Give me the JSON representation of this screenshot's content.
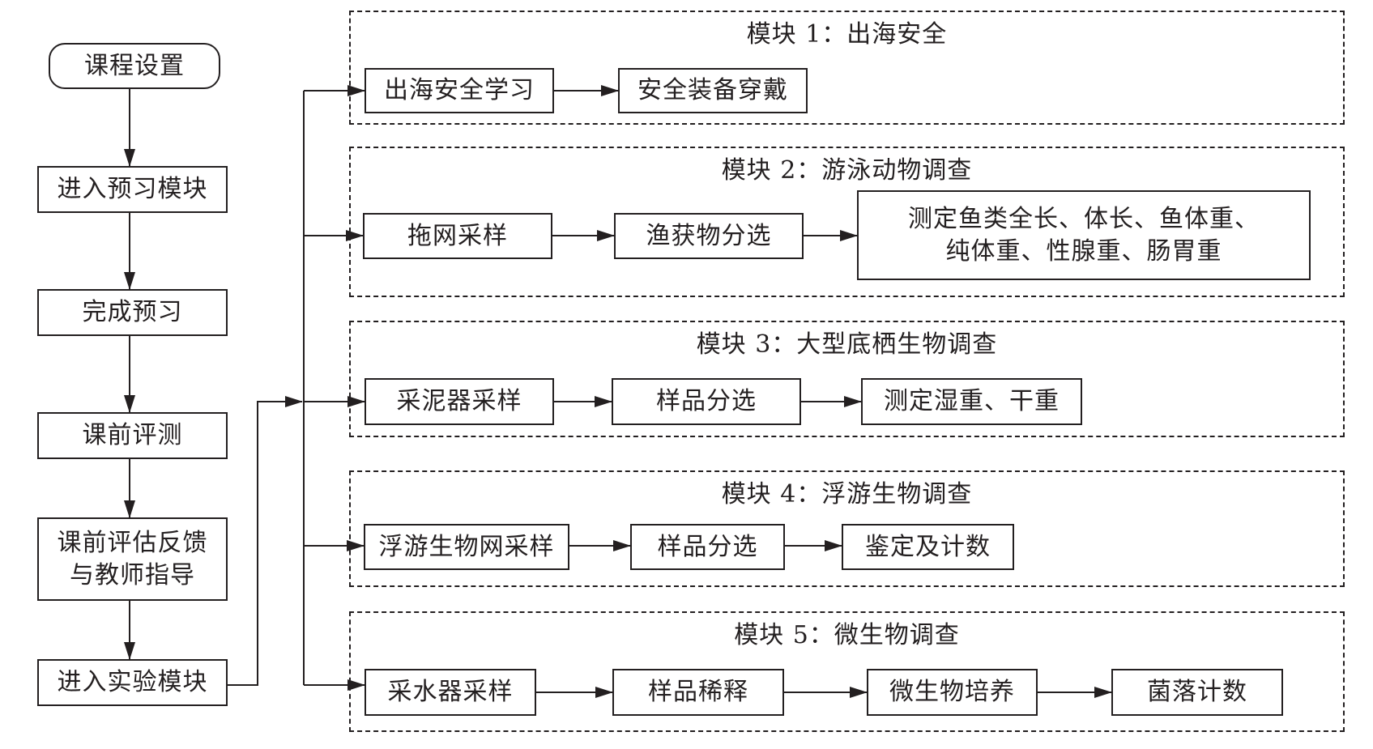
{
  "left_flow": {
    "start": "课程设置",
    "step1": "进入预习模块",
    "step2": "完成预习",
    "step3": "课前评测",
    "step4": [
      "课前评估反馈",
      "与教师指导"
    ],
    "step5": "进入实验模块"
  },
  "modules": [
    {
      "title": "模块 1：出海安全",
      "steps": [
        "出海安全学习",
        "安全装备穿戴"
      ]
    },
    {
      "title": "模块 2：游泳动物调查",
      "steps": [
        "拖网采样",
        "渔获物分选",
        [
          "测定鱼类全长、体长、鱼体重、",
          "纯体重、性腺重、肠胃重"
        ]
      ]
    },
    {
      "title": "模块 3：大型底栖生物调查",
      "steps": [
        "采泥器采样",
        "样品分选",
        "测定湿重、干重"
      ]
    },
    {
      "title": "模块 4：浮游生物调查",
      "steps": [
        "浮游生物网采样",
        "样品分选",
        "鉴定及计数"
      ]
    },
    {
      "title": "模块 5：微生物调查",
      "steps": [
        "采水器采样",
        "样品稀释",
        "微生物培养",
        "菌落计数"
      ]
    }
  ]
}
